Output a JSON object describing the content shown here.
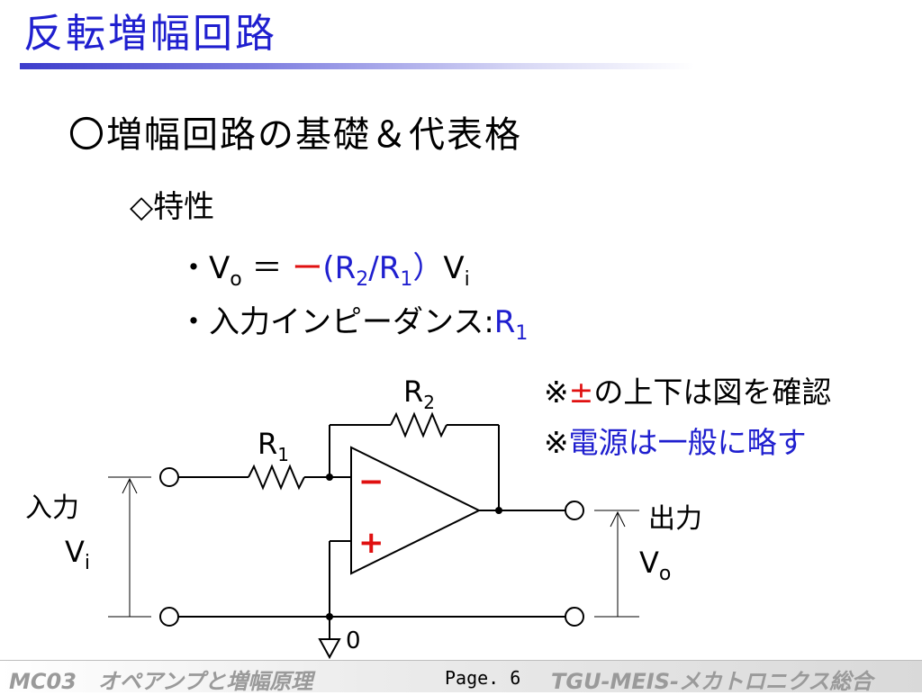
{
  "title": "反転増幅回路",
  "heading": "〇増幅回路の基礎＆代表格",
  "subheading": "◇特性",
  "bullets": {
    "gain": {
      "prefix": "・V",
      "vo_sub": "o",
      "equals": " ＝ ",
      "minus": "ー",
      "open_paren": "(R",
      "r2_sub": "2",
      "slash": "/R",
      "r1_sub": "1",
      "close_paren": "）",
      "vi": "V",
      "vi_sub": "i"
    },
    "impedance": {
      "label": "・入力インピーダンス",
      "colon": ":",
      "r": "R",
      "r_sub": "1"
    }
  },
  "notes": {
    "note1": {
      "mark": "※",
      "pm": "±",
      "text": "の上下は図を確認"
    },
    "note2": {
      "mark": "※",
      "text": "電源は一般に略す"
    }
  },
  "circuit": {
    "r1": {
      "letter": "R",
      "sub": "1"
    },
    "r2": {
      "letter": "R",
      "sub": "2"
    },
    "minus_sign": "−",
    "plus_sign": "+",
    "input_label": "入力",
    "vi": {
      "letter": "V",
      "sub": "i"
    },
    "output_label": "出力",
    "vo": {
      "letter": "V",
      "sub": "o"
    },
    "ground_label": "0"
  },
  "footer": {
    "left": "MC03　オペアンプと増幅原理",
    "page": "Page. 6",
    "right": "TGU-MEIS-メカトロニクス総合"
  },
  "colors": {
    "title": "#1f1fcf",
    "accent_red": "#e01010",
    "accent_blue": "#1f1fcf",
    "footer_text": "#9a9a9a"
  }
}
